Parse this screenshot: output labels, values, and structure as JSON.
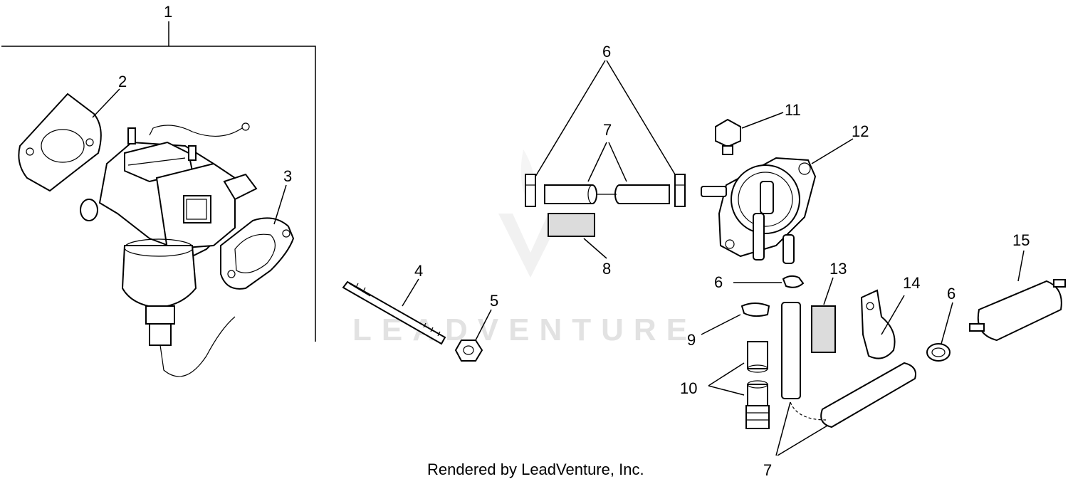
{
  "watermark": {
    "text": "LEADVENTURE"
  },
  "footer": {
    "text": "Rendered by LeadVenture, Inc."
  },
  "callouts": {
    "c1": "1",
    "c2": "2",
    "c3": "3",
    "c4": "4",
    "c5": "5",
    "c6a": "6",
    "c6b": "6",
    "c6c": "6",
    "c7a": "7",
    "c7b": "7",
    "c8": "8",
    "c9": "9",
    "c10": "10",
    "c11": "11",
    "c12": "12",
    "c13": "13",
    "c14": "14",
    "c15": "15"
  }
}
